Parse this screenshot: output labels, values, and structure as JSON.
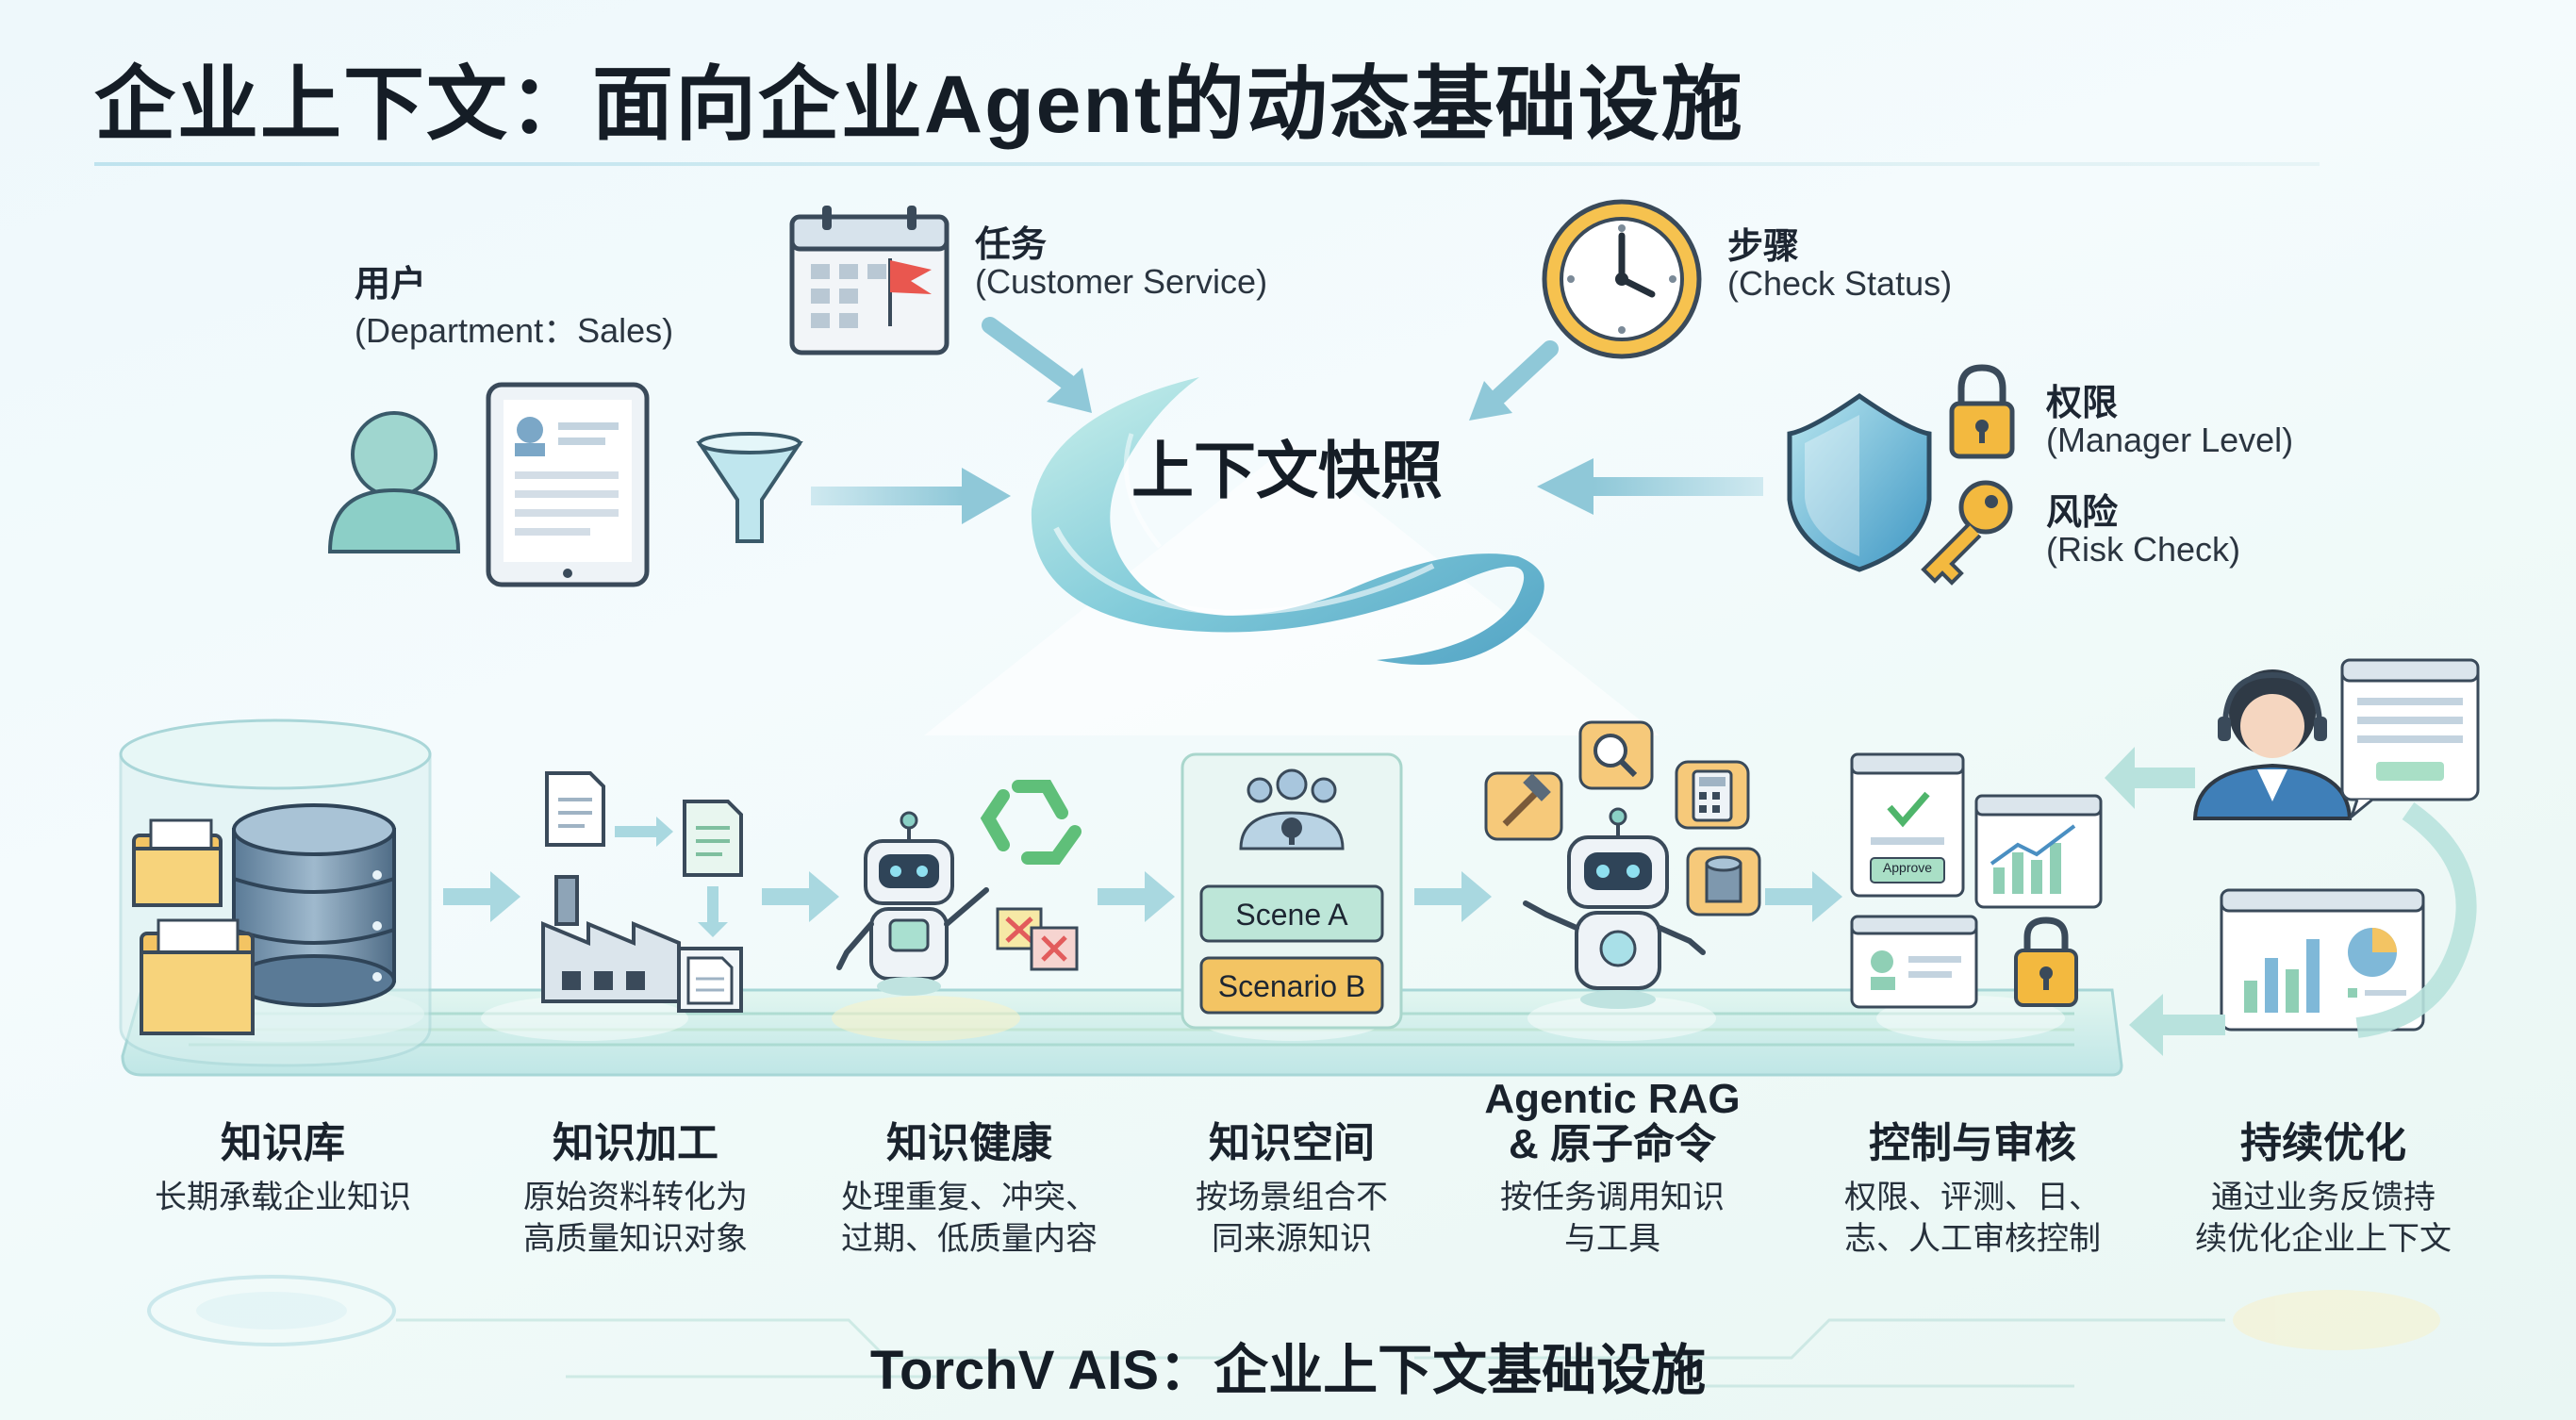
{
  "title": "企业上下文：面向企业Agent的动态基础设施",
  "top": {
    "user": {
      "title": "用户",
      "sub": "(Department：Sales)"
    },
    "task": {
      "title": "任务",
      "sub": "(Customer Service)"
    },
    "step": {
      "title": "步骤",
      "sub": "(Check Status)"
    },
    "permission": {
      "title": "权限",
      "sub": "(Manager Level)"
    },
    "risk": {
      "title": "风险",
      "sub": "(Risk Check)"
    },
    "center": "上下文快照"
  },
  "scene_labels": {
    "a": "Scene A",
    "b": "Scenario B"
  },
  "approve_label": "Approve",
  "stages": [
    {
      "title": "知识库",
      "desc": [
        "长期承载企业知识"
      ]
    },
    {
      "title": "知识加工",
      "desc": [
        "原始资料转化为",
        "高质量知识对象"
      ]
    },
    {
      "title": "知识健康",
      "desc": [
        "处理重复、冲突、",
        "过期、低质量内容"
      ]
    },
    {
      "title": "知识空间",
      "desc": [
        "按场景组合不",
        "同来源知识"
      ]
    },
    {
      "title": [
        "Agentic RAG",
        "& 原子命令"
      ],
      "desc": [
        "按任务调用知识",
        "与工具"
      ]
    },
    {
      "title": "控制与审核",
      "desc": [
        "权限、评测、日、",
        "志、人工审核控制"
      ]
    },
    {
      "title": "持续优化",
      "desc": [
        "通过业务反馈持",
        "续优化企业上下文"
      ]
    }
  ],
  "footer": "TorchV AIS：企业上下文基础设施",
  "colors": {
    "accent_teal": "#7cc6cf",
    "accent_green": "#9bd6a8",
    "folder": "#f3c463",
    "dark_text": "#151d26"
  }
}
